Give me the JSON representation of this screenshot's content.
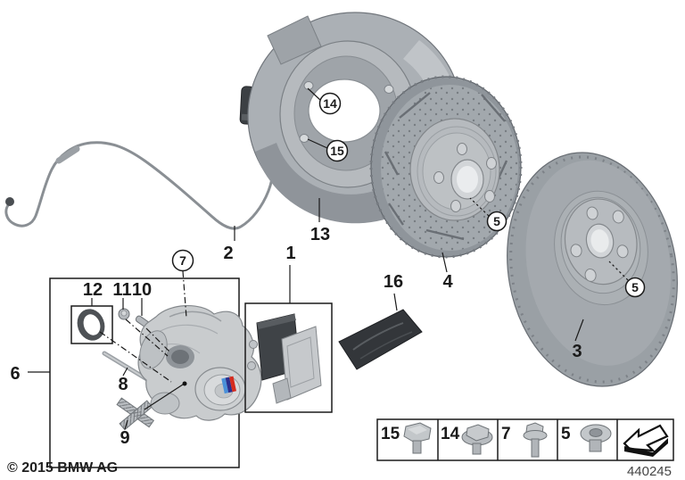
{
  "diagram": {
    "copyright": "© 2015 BMW AG",
    "diagram_number": "440245",
    "callouts": {
      "1": "1",
      "2": "2",
      "3": "3",
      "4": "4",
      "5": "5",
      "6": "6",
      "7": "7",
      "8": "8",
      "9": "9",
      "10": "10",
      "11": "11",
      "12": "12",
      "13": "13",
      "14": "14",
      "15": "15",
      "16": "16"
    },
    "legend": {
      "items": [
        {
          "label": "15",
          "icon": "hex-head-bolt"
        },
        {
          "label": "14",
          "icon": "flange-hex-bolt"
        },
        {
          "label": "7",
          "icon": "hex-bolt-with-washer"
        },
        {
          "label": "5",
          "icon": "countersunk-socket-screw"
        },
        {
          "label": "",
          "icon": "direction-arrow"
        }
      ]
    },
    "colors": {
      "background": "#ffffff",
      "line": "#1a1a1a",
      "part_gray": "#a7acb1",
      "m_stripe_blue": "#4a90d9",
      "m_stripe_navy": "#2b2e8c",
      "m_stripe_red": "#d52b1e"
    }
  }
}
